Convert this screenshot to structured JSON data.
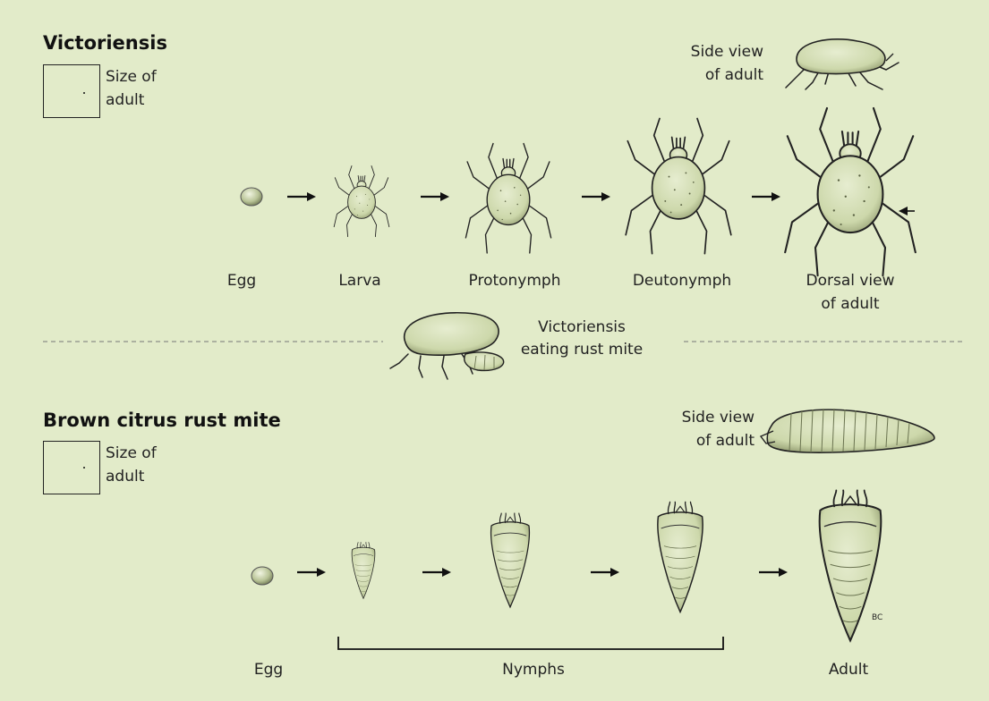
{
  "victoriensis": {
    "title": "Victoriensis",
    "size_label_line1": "Size of",
    "size_label_line2": "adult",
    "side_view_line1": "Side view",
    "side_view_line2": "of adult",
    "stages": [
      "Egg",
      "Larva",
      "Protonymph",
      "Deutonymph"
    ],
    "dorsal_line1": "Dorsal view",
    "dorsal_line2": "of adult",
    "eating_line1": "Victoriensis",
    "eating_line2": "eating rust mite"
  },
  "rust_mite": {
    "title": "Brown citrus rust mite",
    "size_label_line1": "Size of",
    "size_label_line2": "adult",
    "side_view_line1": "Side view",
    "side_view_line2": "of adult",
    "egg_label": "Egg",
    "nymphs_label": "Nymphs",
    "adult_label": "Adult",
    "initials": "BC"
  },
  "colors": {
    "background": "#e2ebc9",
    "body_fill": "#d3deb2",
    "ink": "#222222"
  },
  "icons": [
    "egg",
    "arrow-right",
    "mite-larva",
    "mite-protonymph",
    "mite-deutonymph",
    "mite-adult-dorsal",
    "mite-adult-side",
    "mite-eating",
    "rust-mite-nymph",
    "rust-mite-adult",
    "rust-mite-side",
    "bracket"
  ]
}
